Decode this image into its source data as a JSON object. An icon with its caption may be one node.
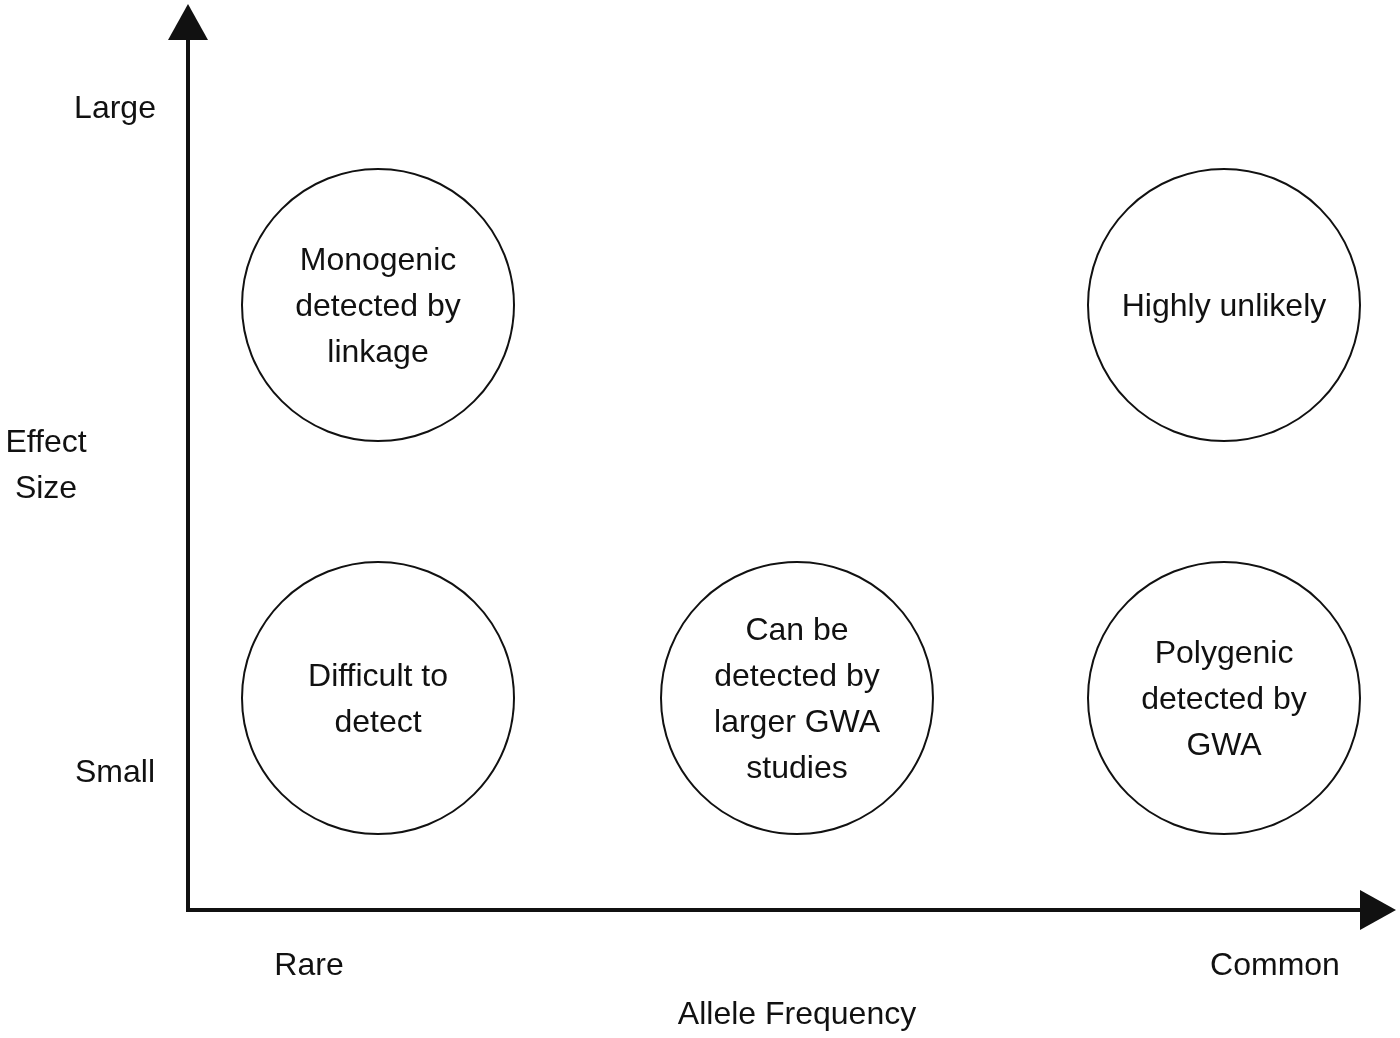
{
  "diagram": {
    "nodes": [
      {
        "text": [
          "Monogenic detected by linkage"
        ]
      },
      {
        "text": [
          "Highly unlikely"
        ]
      },
      {
        "text": [
          "Difficult to detect"
        ]
      },
      {
        "text": [
          "Can be detected by larger GWA studies"
        ]
      },
      {
        "text": [
          "Polygenic detected by GWA"
        ]
      }
    ],
    "labels": [
      "Large",
      "Effect Size",
      "Small",
      "Rare",
      "Common",
      "Allele Frequency"
    ]
  }
}
